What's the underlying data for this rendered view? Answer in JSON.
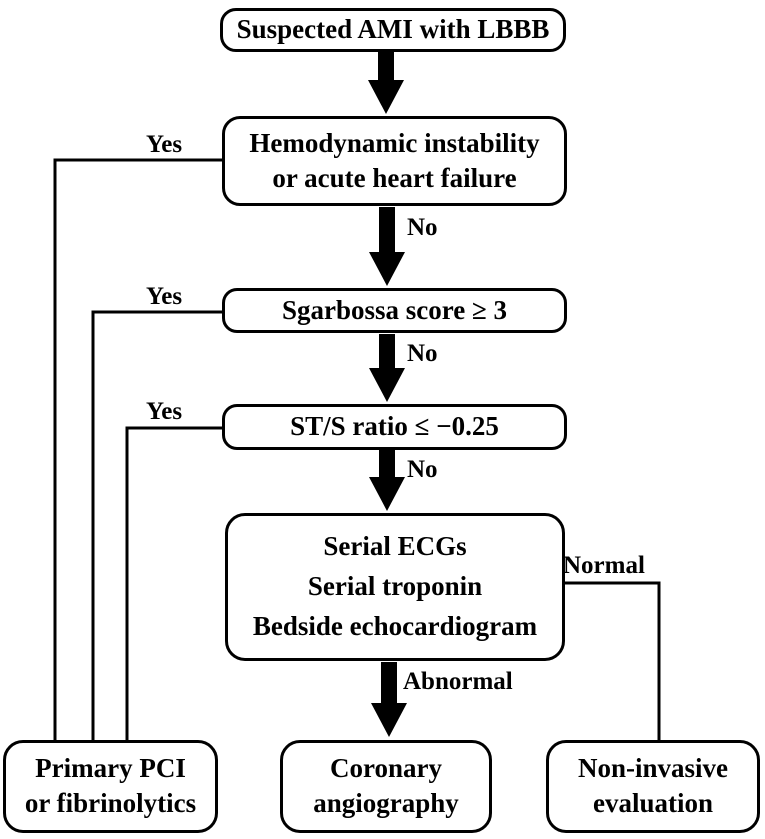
{
  "colors": {
    "ink": "#000000",
    "paper": "#ffffff"
  },
  "nodes": {
    "start": {
      "line1": "Suspected AMI with LBBB"
    },
    "hemodynamic": {
      "line1": "Hemodynamic instability",
      "line2": "or acute heart failure"
    },
    "sgarbossa": {
      "line1": "Sgarbossa score ≥ 3"
    },
    "st_s_ratio": {
      "line1": "ST/S ratio ≤ −0.25"
    },
    "workup": {
      "line1": "Serial ECGs",
      "line2": "Serial troponin",
      "line3": "Bedside echocardiogram"
    },
    "primary_pci": {
      "line1": "Primary PCI",
      "line2": "or fibrinolytics"
    },
    "coronary": {
      "line1": "Coronary",
      "line2": "angiography"
    },
    "non_invasive": {
      "line1": "Non-invasive",
      "line2": "evaluation"
    }
  },
  "edge_labels": {
    "yes_hemodynamic": "Yes",
    "yes_sgarbossa": "Yes",
    "yes_st_s_ratio": "Yes",
    "no_hemodynamic": "No",
    "no_sgarbossa": "No",
    "no_st_s_ratio": "No",
    "abnormal": "Abnormal",
    "normal": "Normal"
  }
}
